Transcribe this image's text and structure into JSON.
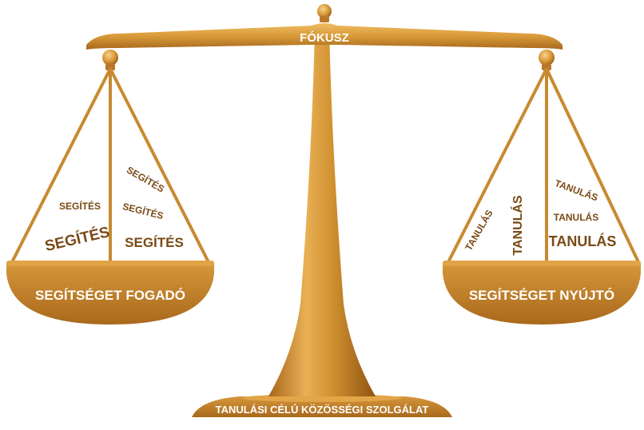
{
  "beam": {
    "label": "FÓKUSZ"
  },
  "base": {
    "label": "TANULÁSI CÉLÚ KÖZÖSSÉGI SZOLGÁLAT"
  },
  "left_pan": {
    "label": "SEGÍTSÉGET FOGADÓ",
    "words": [
      "SEGÍTÉS",
      "SEGÍTÉS",
      "SEGÍTÉS",
      "SEGÍTÉS",
      "SEGÍTÉS"
    ]
  },
  "right_pan": {
    "label": "SEGÍTSÉGET NYÚJTÓ",
    "words": [
      "TANULÁS",
      "TANULÁS",
      "TANULÁS",
      "TANULÁS",
      "TANULÁS"
    ]
  },
  "colors": {
    "gold_light": "#e8ad4c",
    "gold": "#d0902f",
    "gold_dark": "#9c5f17",
    "text_brown": "#7a4a16"
  }
}
